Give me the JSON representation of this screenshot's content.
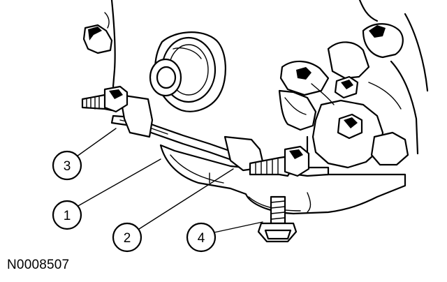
{
  "figure": {
    "id_label": "N0008507",
    "callouts": [
      {
        "label": "1"
      },
      {
        "label": "2"
      },
      {
        "label": "3"
      },
      {
        "label": "4"
      }
    ],
    "colors": {
      "ink": "#000000",
      "paper": "#ffffff"
    }
  }
}
